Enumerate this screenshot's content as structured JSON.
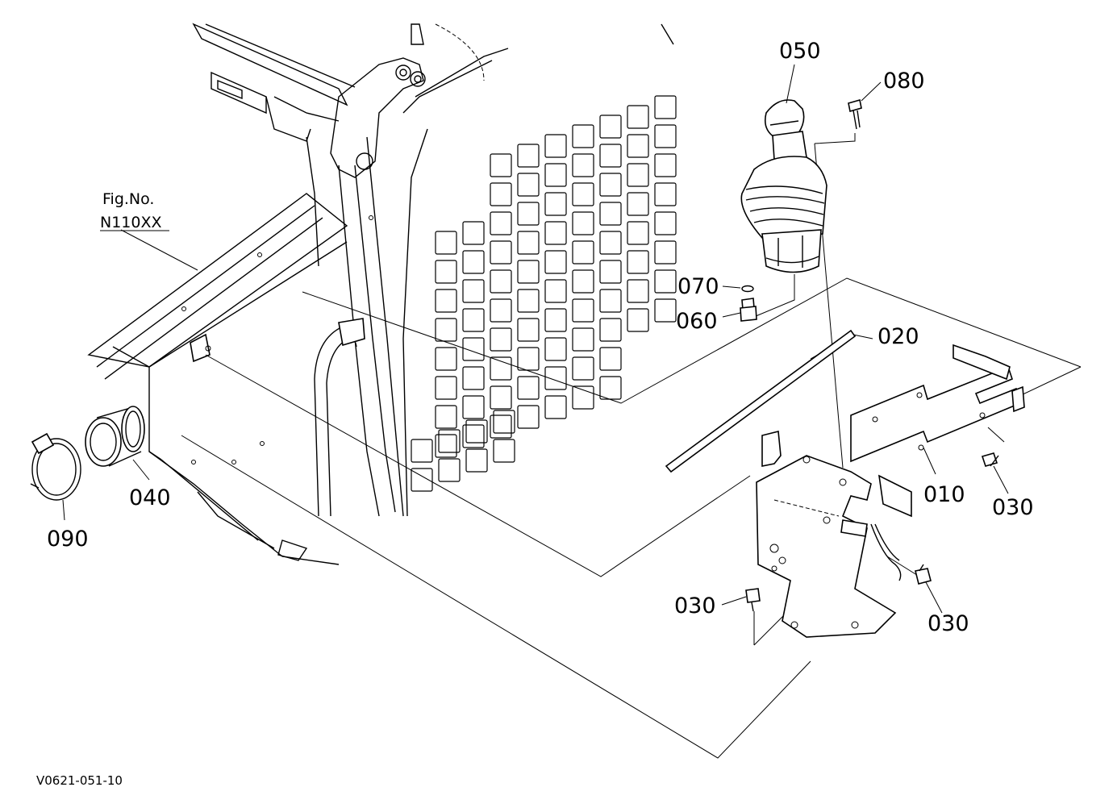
{
  "figure_reference": {
    "label": "Fig.No.",
    "number": "N110XX"
  },
  "drawing_id": "V0621-051-10",
  "parts": [
    {
      "id": "p050",
      "number": "050",
      "icon": "joystick-icon"
    },
    {
      "id": "p080",
      "number": "080",
      "icon": "screw-icon"
    },
    {
      "id": "p070",
      "number": "070",
      "icon": "o-ring-icon"
    },
    {
      "id": "p060",
      "number": "060",
      "icon": "fitting-icon"
    },
    {
      "id": "p020",
      "number": "020",
      "icon": "rod-icon"
    },
    {
      "id": "p010",
      "number": "010",
      "icon": "bracket-icon"
    },
    {
      "id": "p030a",
      "number": "030",
      "icon": "bolt-icon"
    },
    {
      "id": "p030b",
      "number": "030",
      "icon": "bolt-icon"
    },
    {
      "id": "p030c",
      "number": "030",
      "icon": "bolt-icon"
    },
    {
      "id": "p040",
      "number": "040",
      "icon": "hose-fitting-icon"
    },
    {
      "id": "p090",
      "number": "090",
      "icon": "hose-clamp-icon"
    }
  ]
}
